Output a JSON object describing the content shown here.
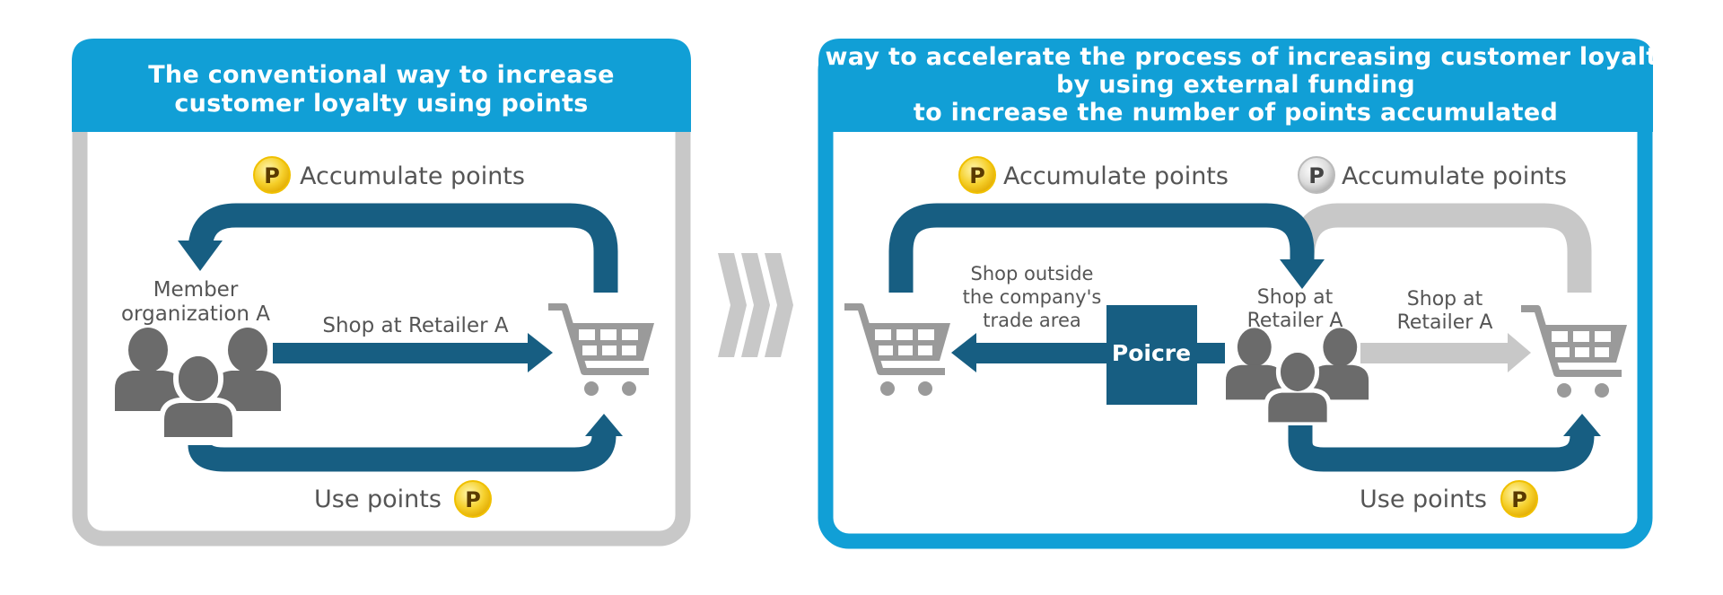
{
  "left_panel": {
    "title_lines": [
      "The conventional way to increase",
      "customer loyalty using points"
    ],
    "accumulate_label": "Accumulate points",
    "member_lines": [
      "Member",
      "organization A"
    ],
    "shop_label": "Shop at Retailer A",
    "use_label": "Use points"
  },
  "right_panel": {
    "title_lines": [
      "A way to accelerate the process of increasing customer loyalty",
      "by using external funding",
      "to increase the number of points accumulated"
    ],
    "accumulate_label_gold": "Accumulate points",
    "accumulate_label_silver": "Accumulate points",
    "outside_lines": [
      "Shop outside",
      "the company's",
      "trade area"
    ],
    "poicre_label": "Poicre",
    "shop_center_lines": [
      "Shop at",
      "Retailer A"
    ],
    "shop_right_lines": [
      "Shop at",
      "Retailer A"
    ],
    "use_label": "Use points"
  },
  "coin_letter": "P",
  "colors": {
    "header_blue": "#119fd6",
    "arrow_dark": "#175e82",
    "gray": "#c8c8c8",
    "icon_gray": "#6b6b6b"
  }
}
